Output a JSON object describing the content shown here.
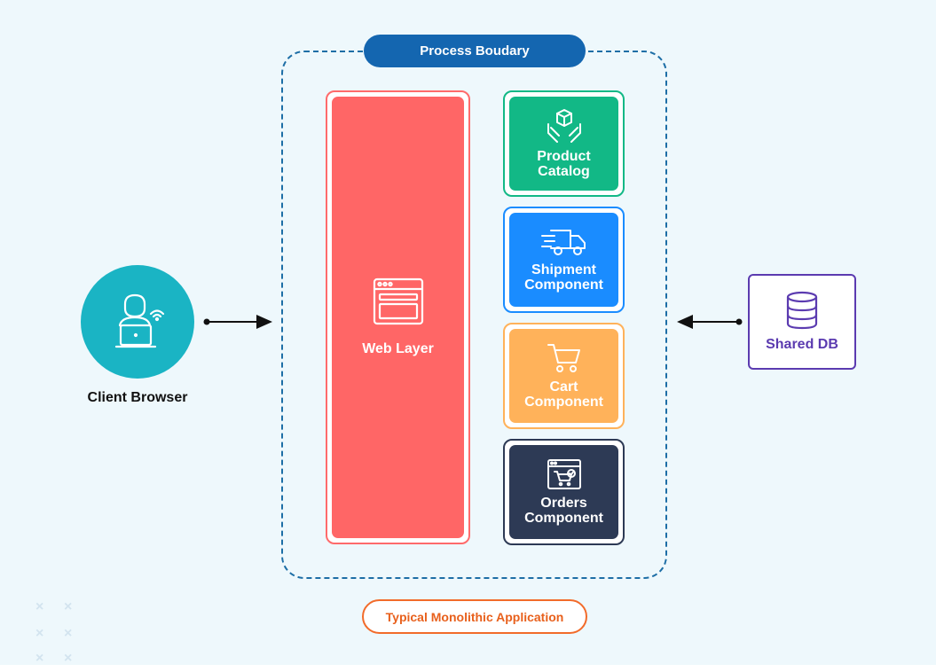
{
  "boundary": {
    "label": "Process Boudary"
  },
  "client": {
    "label": "Client Browser"
  },
  "web_layer": {
    "label": "Web Layer"
  },
  "components": [
    {
      "line1": "Product",
      "line2": "Catalog",
      "icon": "box-hands-icon",
      "color": "#12b886",
      "border": "#12b886"
    },
    {
      "line1": "Shipment",
      "line2": "Component",
      "icon": "delivery-truck-icon",
      "color": "#1a8cff",
      "border": "#1a8cff"
    },
    {
      "line1": "Cart",
      "line2": "Component",
      "icon": "shopping-cart-icon",
      "color": "#ffb25a",
      "border": "#ffb25a"
    },
    {
      "line1": "Orders",
      "line2": "Component",
      "icon": "order-window-icon",
      "color": "#2d3a55",
      "border": "#2d3a55"
    }
  ],
  "database": {
    "label": "Shared DB"
  },
  "caption": {
    "label": "Typical Monolithic Application"
  },
  "colors": {
    "boundary": "#1466b0",
    "web_layer": "#ff6666",
    "client": "#1ab4c4",
    "database": "#5b3bb0",
    "caption": "#e8601c"
  }
}
